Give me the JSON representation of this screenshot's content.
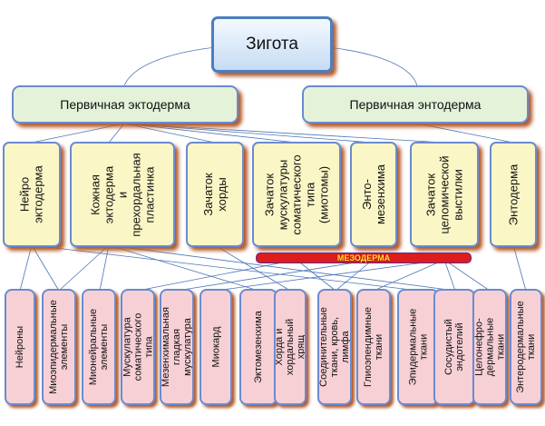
{
  "zygote": "Зигота",
  "primary": {
    "ectoderm": "Первичная эктодерма",
    "entoderm": "Первичная энтодерма"
  },
  "rudiments": [
    "Нейро\nэктодерма",
    "Кожная\nэктодерма\nи\nпрехордальная\nпластинка",
    "Зачаток хорды",
    "Зачаток\nмускулатуры\nсоматического\nтипа (миотомы)",
    "Энто-\nмезенхима",
    "Зачаток\nцеломической\nвыстилки",
    "Энтодерма"
  ],
  "mesoderm_label": "МЕЗОДЕРМА",
  "tissues": [
    "Нейроны",
    "Миоэпидермальные\nэлементы",
    "Мионейральные\nэлементы",
    "Мускулатура\nсоматического типа",
    "Мезенхимальная\nгладкая мускулатура",
    "Миокард",
    "Эктомезенхима",
    "Хорда и хордальный\nхрящ",
    "Соединительные\nткани, кровь, лимфа",
    "Глиоэпендимные\nткани",
    "Эпидермальные ткани",
    "Сосудистый эндотелий",
    "Целонефро-\nдермальные ткани",
    "Энтеродермальные\nткани"
  ],
  "colors": {
    "zygote_fill": "#c6dcf3",
    "primary_fill": "#e3f2d9",
    "rudiment_fill": "#fbf6c6",
    "tissue_fill": "#f7d0d6",
    "border": "#6a8bd0",
    "shadow": "#b45a2a",
    "mesoderm_bar": "#dd1d1d",
    "mesoderm_text": "#ffe62b"
  }
}
